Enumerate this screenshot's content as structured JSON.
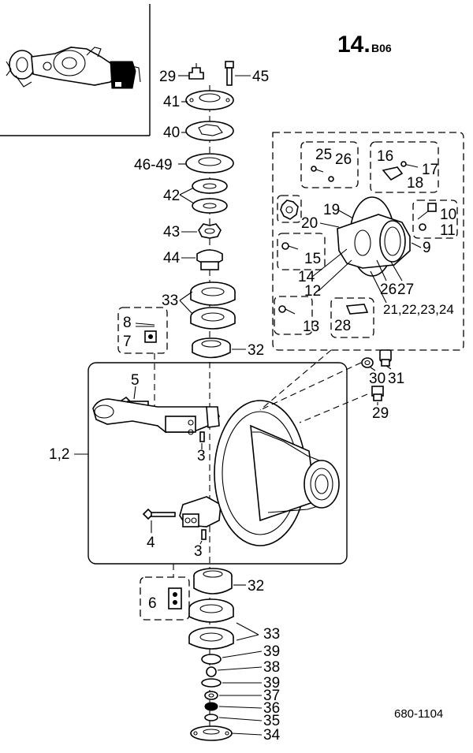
{
  "title": {
    "main": "14.",
    "sub": "B06"
  },
  "drawing_code": "680-1104",
  "callouts": {
    "c29a": "29",
    "c45": "45",
    "c41": "41",
    "c40": "40",
    "c46_49": "46-49",
    "c42": "42",
    "c43": "43",
    "c44": "44",
    "c33a": "33",
    "c32a": "32",
    "c8": "8",
    "c7": "7",
    "c5": "5",
    "c1_2": "1,2",
    "c3a": "3",
    "c4": "4",
    "c3b": "3",
    "c30": "30",
    "c31": "31",
    "c29b": "29",
    "c25": "25",
    "c26a": "26",
    "c16": "16",
    "c17": "17",
    "c18": "18",
    "c19": "19",
    "c20": "20",
    "c10": "10",
    "c11": "11",
    "c9": "9",
    "c15": "15",
    "c14": "14",
    "c12": "12",
    "c26b": "26",
    "c27": "27",
    "c21_24": "21,22,23,24",
    "c13": "13",
    "c28": "28",
    "c32b": "32",
    "c6": "6",
    "c33b": "33",
    "c39a": "39",
    "c38": "38",
    "c39b": "39",
    "c37": "37",
    "c36": "36",
    "c35": "35",
    "c34": "34"
  }
}
